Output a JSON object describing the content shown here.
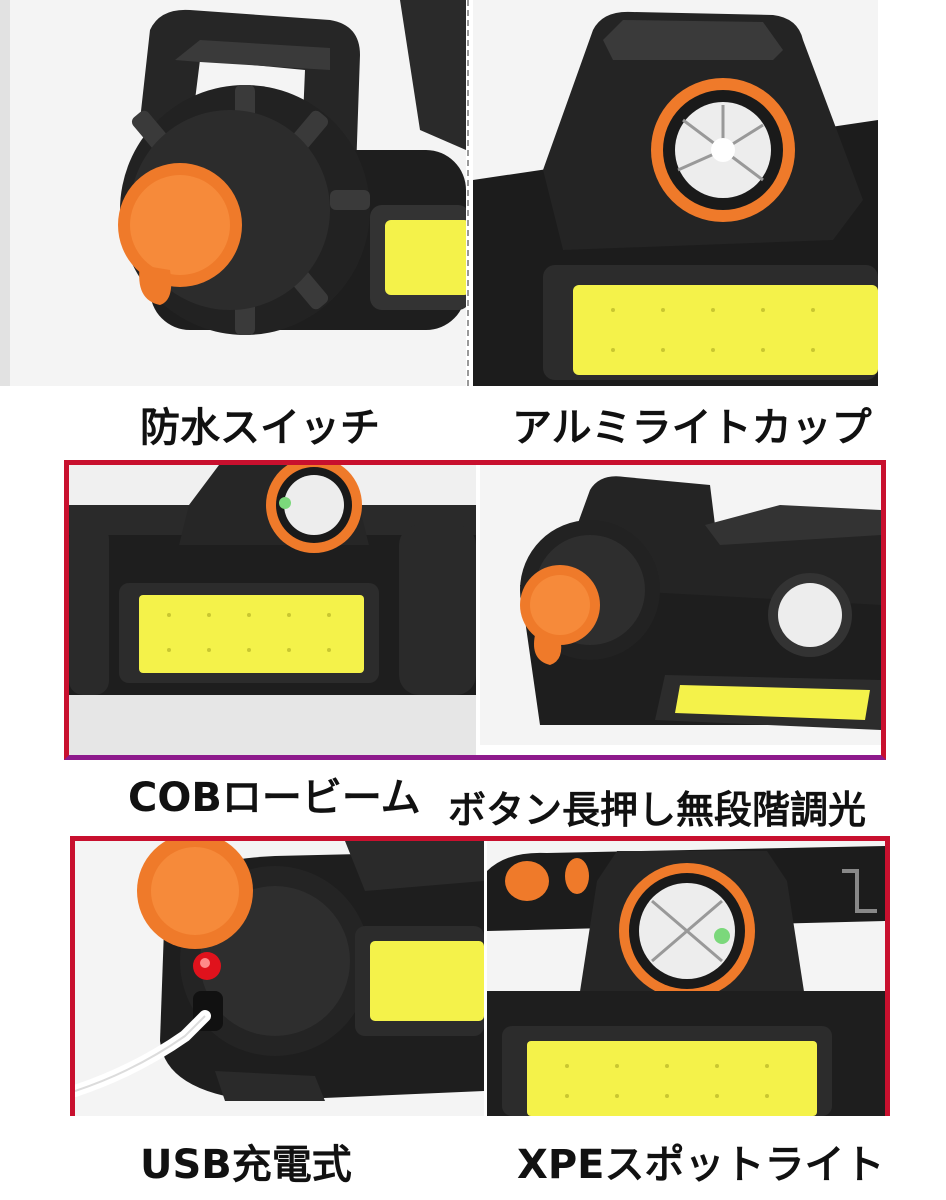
{
  "features": [
    {
      "label": "防水スイッチ"
    },
    {
      "label": "アルミライトカップ"
    },
    {
      "label": "COBロービーム"
    },
    {
      "label": "ボタン長押し無段階調光"
    },
    {
      "label": "USB充電式"
    },
    {
      "label": "XPEスポットライト"
    }
  ],
  "colors": {
    "frame": "#c8102e",
    "frame_bottom_left": "#8e1a8c",
    "housing": "#1e1e1e",
    "switch": "#f07d2a",
    "cob": "#f4f24a",
    "charge_led": "#e0121c"
  }
}
